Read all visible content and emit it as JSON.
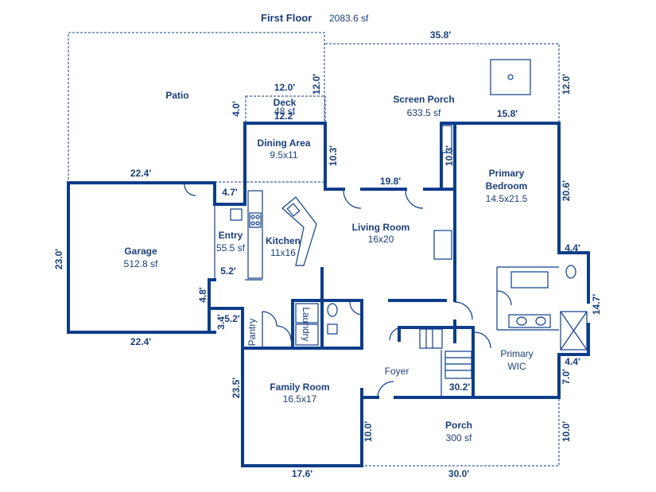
{
  "title": "First Floor",
  "total_area": "2083.6 sf",
  "rooms": {
    "patio": {
      "name": "Patio"
    },
    "deck": {
      "name": "Deck",
      "area": "48 sf"
    },
    "screen_porch": {
      "name": "Screen Porch",
      "area": "633.5 sf"
    },
    "dining": {
      "name": "Dining Area",
      "size": "9.5x11"
    },
    "primary_bedroom": {
      "name": "Primary",
      "name2": "Bedroom",
      "size": "14.5x21.5"
    },
    "garage": {
      "name": "Garage",
      "area": "512.8 sf"
    },
    "entry": {
      "name": "Entry",
      "area": "55.5 sf"
    },
    "kitchen": {
      "name": "Kitchen",
      "size": "11x16"
    },
    "living": {
      "name": "Living Room",
      "size": "16x20"
    },
    "laundry": {
      "name": "Laundry"
    },
    "pantry": {
      "name": "Pantry"
    },
    "foyer": {
      "name": "Foyer"
    },
    "primary_wic": {
      "name": "Primary",
      "name2": "WIC"
    },
    "family": {
      "name": "Family Room",
      "size": "16.5x17"
    },
    "porch": {
      "name": "Porch",
      "area": "300 sf"
    }
  },
  "dimensions": {
    "top_35_8": "35.8'",
    "deck_12_0": "12.0'",
    "deck_12_0_v": "12.0'",
    "deck_12_2": "12.2'",
    "deck_4_0": "4.0'",
    "screen_12_0_v": "12.0'",
    "screen_15_8": "15.8'",
    "dining_10_3": "10.3'",
    "screen_10_3": "10.3'",
    "living_19_8": "19.8'",
    "garage_22_4_top": "22.4'",
    "garage_22_4_bottom": "22.4'",
    "garage_23_0": "23.0'",
    "entry_4_7": "4.7'",
    "entry_5_2_a": "5.2'",
    "entry_4_8": "4.8'",
    "entry_3_4": "3.4'",
    "entry_5_2_b": "5.2'",
    "bed_20_6": "20.6'",
    "bath_4_4_top": "4.4'",
    "bath_14_7": "14.7'",
    "bath_4_4_bottom": "4.4'",
    "wic_7_0": "7.0'",
    "foyer_30_2": "30.2'",
    "family_23_5": "23.5'",
    "porch_10_0_left": "10.0'",
    "porch_10_0_right": "10.0'",
    "family_17_6": "17.6'",
    "porch_30_0": "30.0'"
  }
}
